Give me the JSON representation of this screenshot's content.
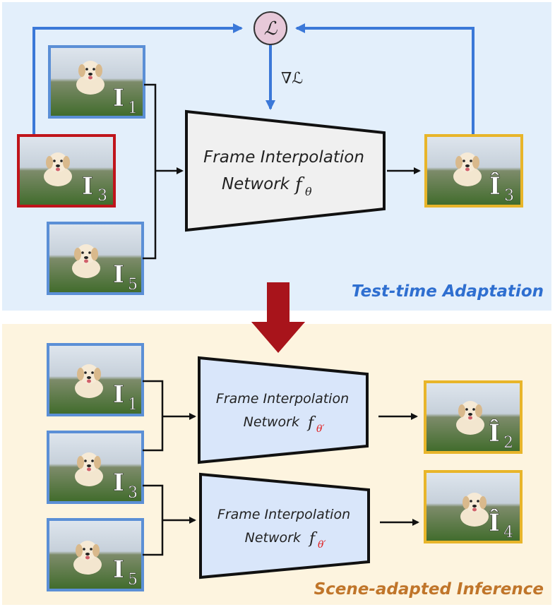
{
  "top_panel": {
    "title": "Test-time Adaptation",
    "loss_symbol": "ℒ",
    "gradient_label": "∇ℒ",
    "network_line1": "Frame Interpolation",
    "network_line2": "Network",
    "network_fn": "f",
    "network_param": "θ",
    "frames": [
      {
        "base": "I",
        "sub": "1"
      },
      {
        "base": "I",
        "sub": "3"
      },
      {
        "base": "I",
        "sub": "5"
      },
      {
        "base": "Î",
        "sub": "3"
      }
    ]
  },
  "bottom_panel": {
    "title": "Scene-adapted Inference",
    "network_line1": "Frame Interpolation",
    "network_line2": "Network",
    "network_fn": "f",
    "network_param": "θ′",
    "input_frames": [
      {
        "base": "I",
        "sub": "1"
      },
      {
        "base": "I",
        "sub": "3"
      },
      {
        "base": "I",
        "sub": "5"
      }
    ],
    "output_frames": [
      {
        "base": "Î",
        "sub": "2"
      },
      {
        "base": "Î",
        "sub": "4"
      }
    ]
  },
  "colors": {
    "top_bg": "#e3effb",
    "bottom_bg": "#fdf4df",
    "frame_blue": "#5b8fd6",
    "frame_red": "#c0141b",
    "frame_gold": "#e8b52a",
    "arrow_blue": "#3b78d8",
    "big_arrow": "#a8141b",
    "loss_fill": "#e7c9d9",
    "param_red": "#e02020"
  }
}
